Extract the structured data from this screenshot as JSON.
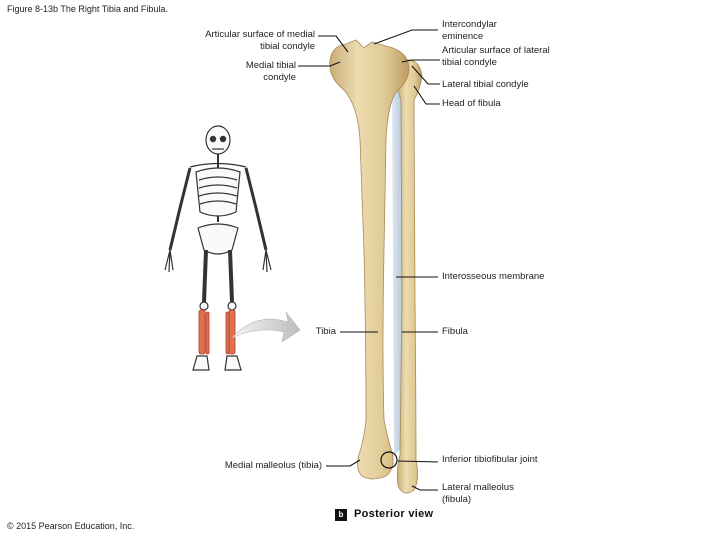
{
  "figure_title": "Figure 8-13b The Right Tibia and Fibula.",
  "labels": {
    "articular_medial": "Articular surface of medial tibial condyle",
    "medial_condyle": "Medial tibial condyle",
    "intercondylar": "Intercondylar eminence",
    "articular_lateral": "Articular surface of lateral tibial condyle",
    "lateral_condyle": "Lateral tibial condyle",
    "head_fibula": "Head of fibula",
    "interosseous": "Interosseous membrane",
    "tibia": "Tibia",
    "fibula": "Fibula",
    "medial_malleolus": "Medial malleolus (tibia)",
    "inferior_joint": "Inferior tibiofibular joint",
    "lateral_malleolus": "Lateral malleolus (fibula)"
  },
  "view": {
    "badge": "b",
    "label": "Posterior view"
  },
  "copyright": "© 2015 Pearson Education, Inc.",
  "colors": {
    "bone": "#e3cf9e",
    "bone_shadow": "#c4a872",
    "membrane": "#c9d6e6",
    "highlight": "#e07050",
    "arrow": "#d0d0d0"
  }
}
